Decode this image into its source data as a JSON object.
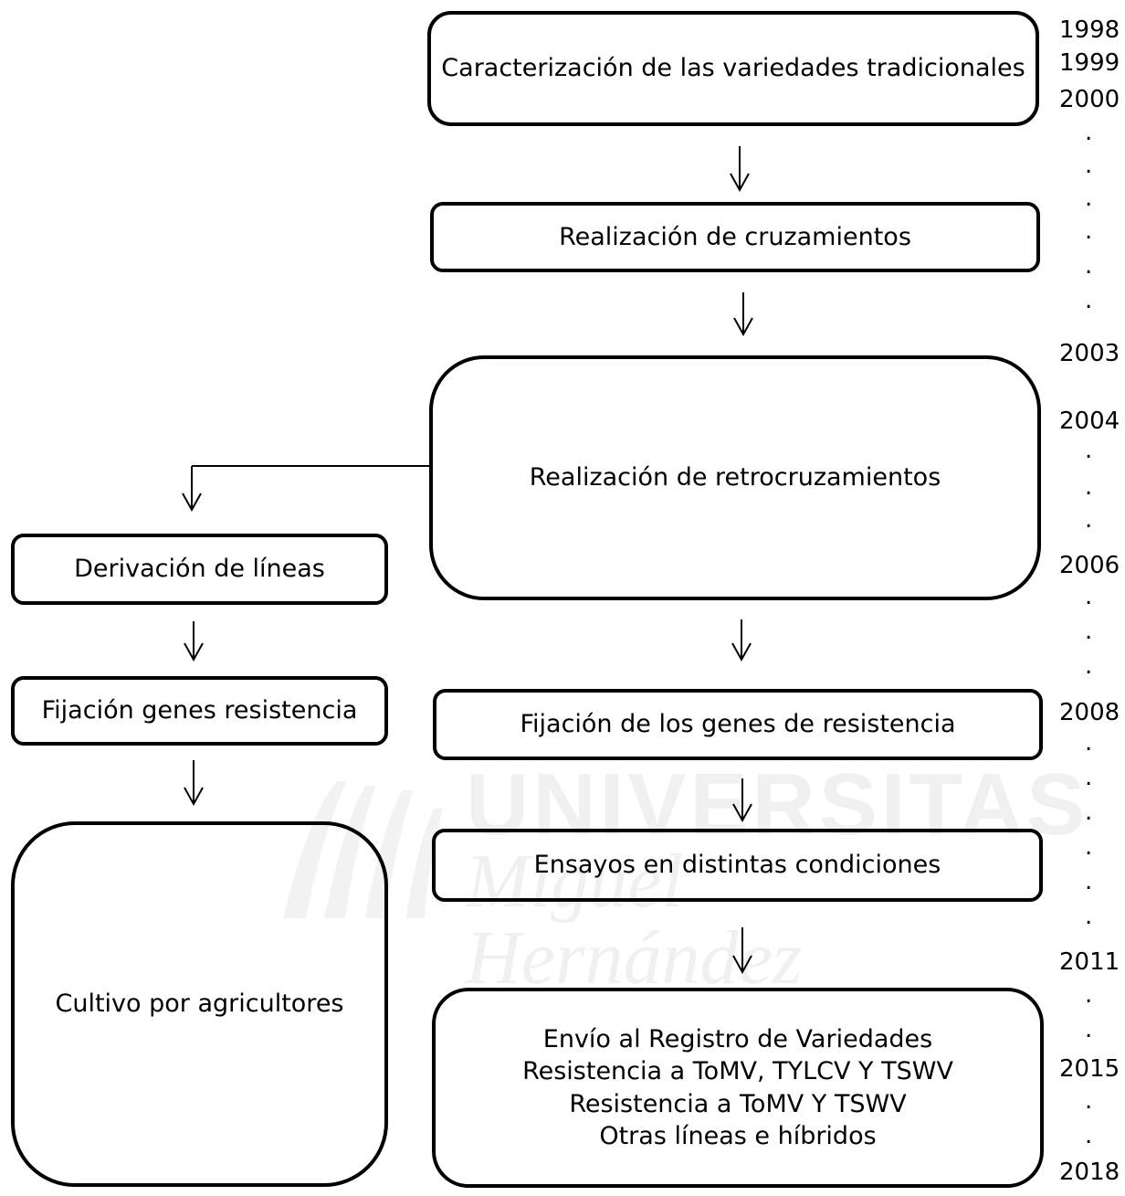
{
  "watermark": {
    "title": "UNIVERSITAS",
    "subtitle": "Miguel Hernández"
  },
  "boxes": {
    "caracterizacion": "Caracterización de las variedades tradicionales",
    "cruzamientos": "Realización de cruzamientos",
    "retrocruzamientos": "Realización de retrocruzamientos",
    "derivacion": "Derivación de líneas",
    "fijacion_genes": "Fijación genes resistencia",
    "fijacion_de_los_genes": "Fijación de los genes de resistencia",
    "ensayos": "Ensayos en distintas condiciones",
    "cultivo": "Cultivo por agricultores",
    "envio": {
      "line1": "Envío al Registro de Variedades",
      "line2": "Resistencia a ToMV, TYLCV Y TSWV",
      "line3": "Resistencia a ToMV Y TSWV",
      "line4": "Otras líneas e híbridos"
    }
  },
  "timeline": {
    "y1998": "1998",
    "y1999": "1999",
    "y2000": "2000",
    "y2003": "2003",
    "y2004": "2004",
    "y2006": "2006",
    "y2008": "2008",
    "y2011": "2011",
    "y2015": "2015",
    "y2018": "2018",
    "dot": "."
  },
  "colors": {
    "stroke": "#000000",
    "watermark": "#f0f0f0"
  }
}
